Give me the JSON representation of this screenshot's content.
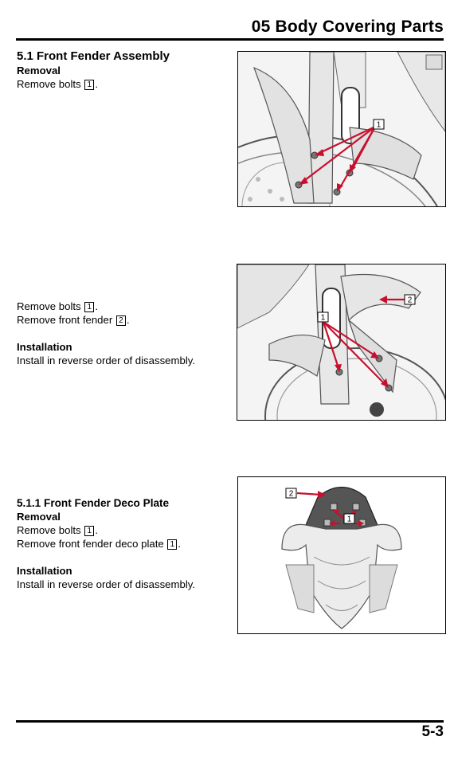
{
  "header": {
    "title": "05 Body Covering Parts"
  },
  "footer": {
    "page_number": "5-3"
  },
  "section1": {
    "heading": "5.1 Front Fender Assembly",
    "removal_heading": "Removal",
    "removal_text": "Remove bolts",
    "removal_ref": "1",
    "removal_end": "."
  },
  "section2": {
    "line1_text": "Remove bolts",
    "line1_ref": "1",
    "line1_end": ".",
    "line2_text": "Remove front fender",
    "line2_ref": "2",
    "line2_end": ".",
    "installation_heading": "Installation",
    "installation_text": "Install in reverse order of disassembly."
  },
  "section3": {
    "heading": "5.1.1 Front Fender Deco Plate",
    "removal_heading": "Removal",
    "line1_text": "Remove bolts",
    "line1_ref": "1",
    "line1_end": ".",
    "line2_text": "Remove front fender deco plate",
    "line2_ref": "1",
    "line2_end": ".",
    "installation_heading": "Installation",
    "installation_text": "Install in reverse order of disassembly."
  },
  "figures": {
    "fig1": {
      "callouts": [
        "1"
      ]
    },
    "fig2": {
      "callouts": [
        "1",
        "2"
      ]
    },
    "fig3": {
      "callouts": [
        "1",
        "2"
      ]
    }
  },
  "colors": {
    "arrow": "#c8102e",
    "text": "#000000",
    "rule": "#000000"
  }
}
